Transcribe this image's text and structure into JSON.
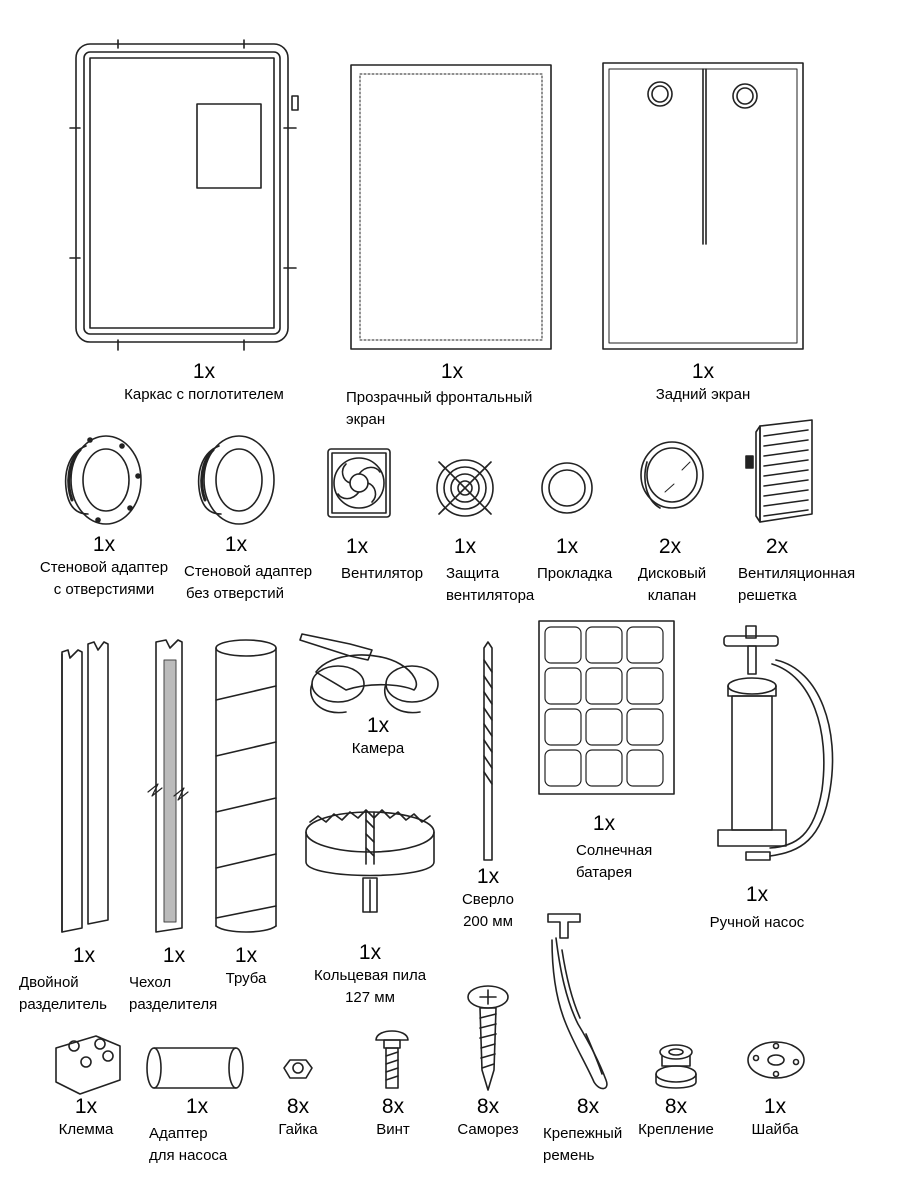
{
  "items": [
    {
      "id": "frame",
      "qty": "1x",
      "name": [
        "Каркас с поглотителем"
      ],
      "icon": "frame-with-absorber-icon"
    },
    {
      "id": "front-screen",
      "qty": "1x",
      "name": [
        "Прозрачный фронтальный",
        "экран"
      ],
      "icon": "transparent-front-screen-icon"
    },
    {
      "id": "back-screen",
      "qty": "1x",
      "name": [
        "Задний экран"
      ],
      "icon": "back-screen-icon"
    },
    {
      "id": "wall-adapter-holes",
      "qty": "1x",
      "name": [
        "Стеновой адаптер",
        "с отверстиями"
      ],
      "icon": "wall-adapter-with-holes-icon"
    },
    {
      "id": "wall-adapter-solid",
      "qty": "1x",
      "name": [
        "Стеновой адаптер",
        "без отверстий"
      ],
      "icon": "wall-adapter-without-holes-icon"
    },
    {
      "id": "fan",
      "qty": "1x",
      "name": [
        "Вентилятор"
      ],
      "icon": "fan-icon"
    },
    {
      "id": "fan-guard",
      "qty": "1x",
      "name": [
        "Защита",
        "вентилятора"
      ],
      "icon": "fan-guard-icon"
    },
    {
      "id": "gasket",
      "qty": "1x",
      "name": [
        "Прокладка"
      ],
      "icon": "gasket-icon"
    },
    {
      "id": "disc-valve",
      "qty": "2x",
      "name": [
        "Дисковый",
        "клапан"
      ],
      "icon": "disc-valve-icon"
    },
    {
      "id": "vent-grille",
      "qty": "2x",
      "name": [
        "Вентиляционная",
        "решетка"
      ],
      "icon": "vent-grille-icon"
    },
    {
      "id": "camera",
      "qty": "1x",
      "name": [
        "Камера"
      ],
      "icon": "camera-icon"
    },
    {
      "id": "solar-panel",
      "qty": "1x",
      "name": [
        "Солнечная",
        "батарея"
      ],
      "icon": "solar-panel-icon"
    },
    {
      "id": "drill-bit",
      "qty": "1x",
      "name": [
        "Сверло",
        "200 мм"
      ],
      "icon": "drill-bit-icon"
    },
    {
      "id": "hand-pump",
      "qty": "1x",
      "name": [
        "Ручной насос"
      ],
      "icon": "hand-pump-icon"
    },
    {
      "id": "double-divider",
      "qty": "1x",
      "name": [
        "Двойной",
        "разделитель"
      ],
      "icon": "double-divider-icon"
    },
    {
      "id": "divider-cover",
      "qty": "1x",
      "name": [
        "Чехол",
        "разделителя"
      ],
      "icon": "divider-cover-icon"
    },
    {
      "id": "tube",
      "qty": "1x",
      "name": [
        "Труба"
      ],
      "icon": "tube-icon"
    },
    {
      "id": "hole-saw",
      "qty": "1x",
      "name": [
        "Кольцевая пила",
        "127 мм"
      ],
      "icon": "hole-saw-icon"
    },
    {
      "id": "terminal",
      "qty": "1x",
      "name": [
        "Клемма"
      ],
      "icon": "terminal-block-icon"
    },
    {
      "id": "pump-adapter",
      "qty": "1x",
      "name": [
        "Адаптер",
        "для насоса"
      ],
      "icon": "pump-adapter-icon"
    },
    {
      "id": "nut",
      "qty": "8x",
      "name": [
        "Гайка"
      ],
      "icon": "nut-icon"
    },
    {
      "id": "screw",
      "qty": "8x",
      "name": [
        "Винт"
      ],
      "icon": "screw-icon"
    },
    {
      "id": "self-tapping-screw",
      "qty": "8x",
      "name": [
        "Саморез"
      ],
      "icon": "self-tapping-screw-icon"
    },
    {
      "id": "strap",
      "qty": "8x",
      "name": [
        "Крепежный",
        "ремень"
      ],
      "icon": "fastening-strap-icon"
    },
    {
      "id": "fastener",
      "qty": "8x",
      "name": [
        "Крепление"
      ],
      "icon": "fastener-icon"
    },
    {
      "id": "washer",
      "qty": "1x",
      "name": [
        "Шайба"
      ],
      "icon": "washer-icon"
    }
  ]
}
